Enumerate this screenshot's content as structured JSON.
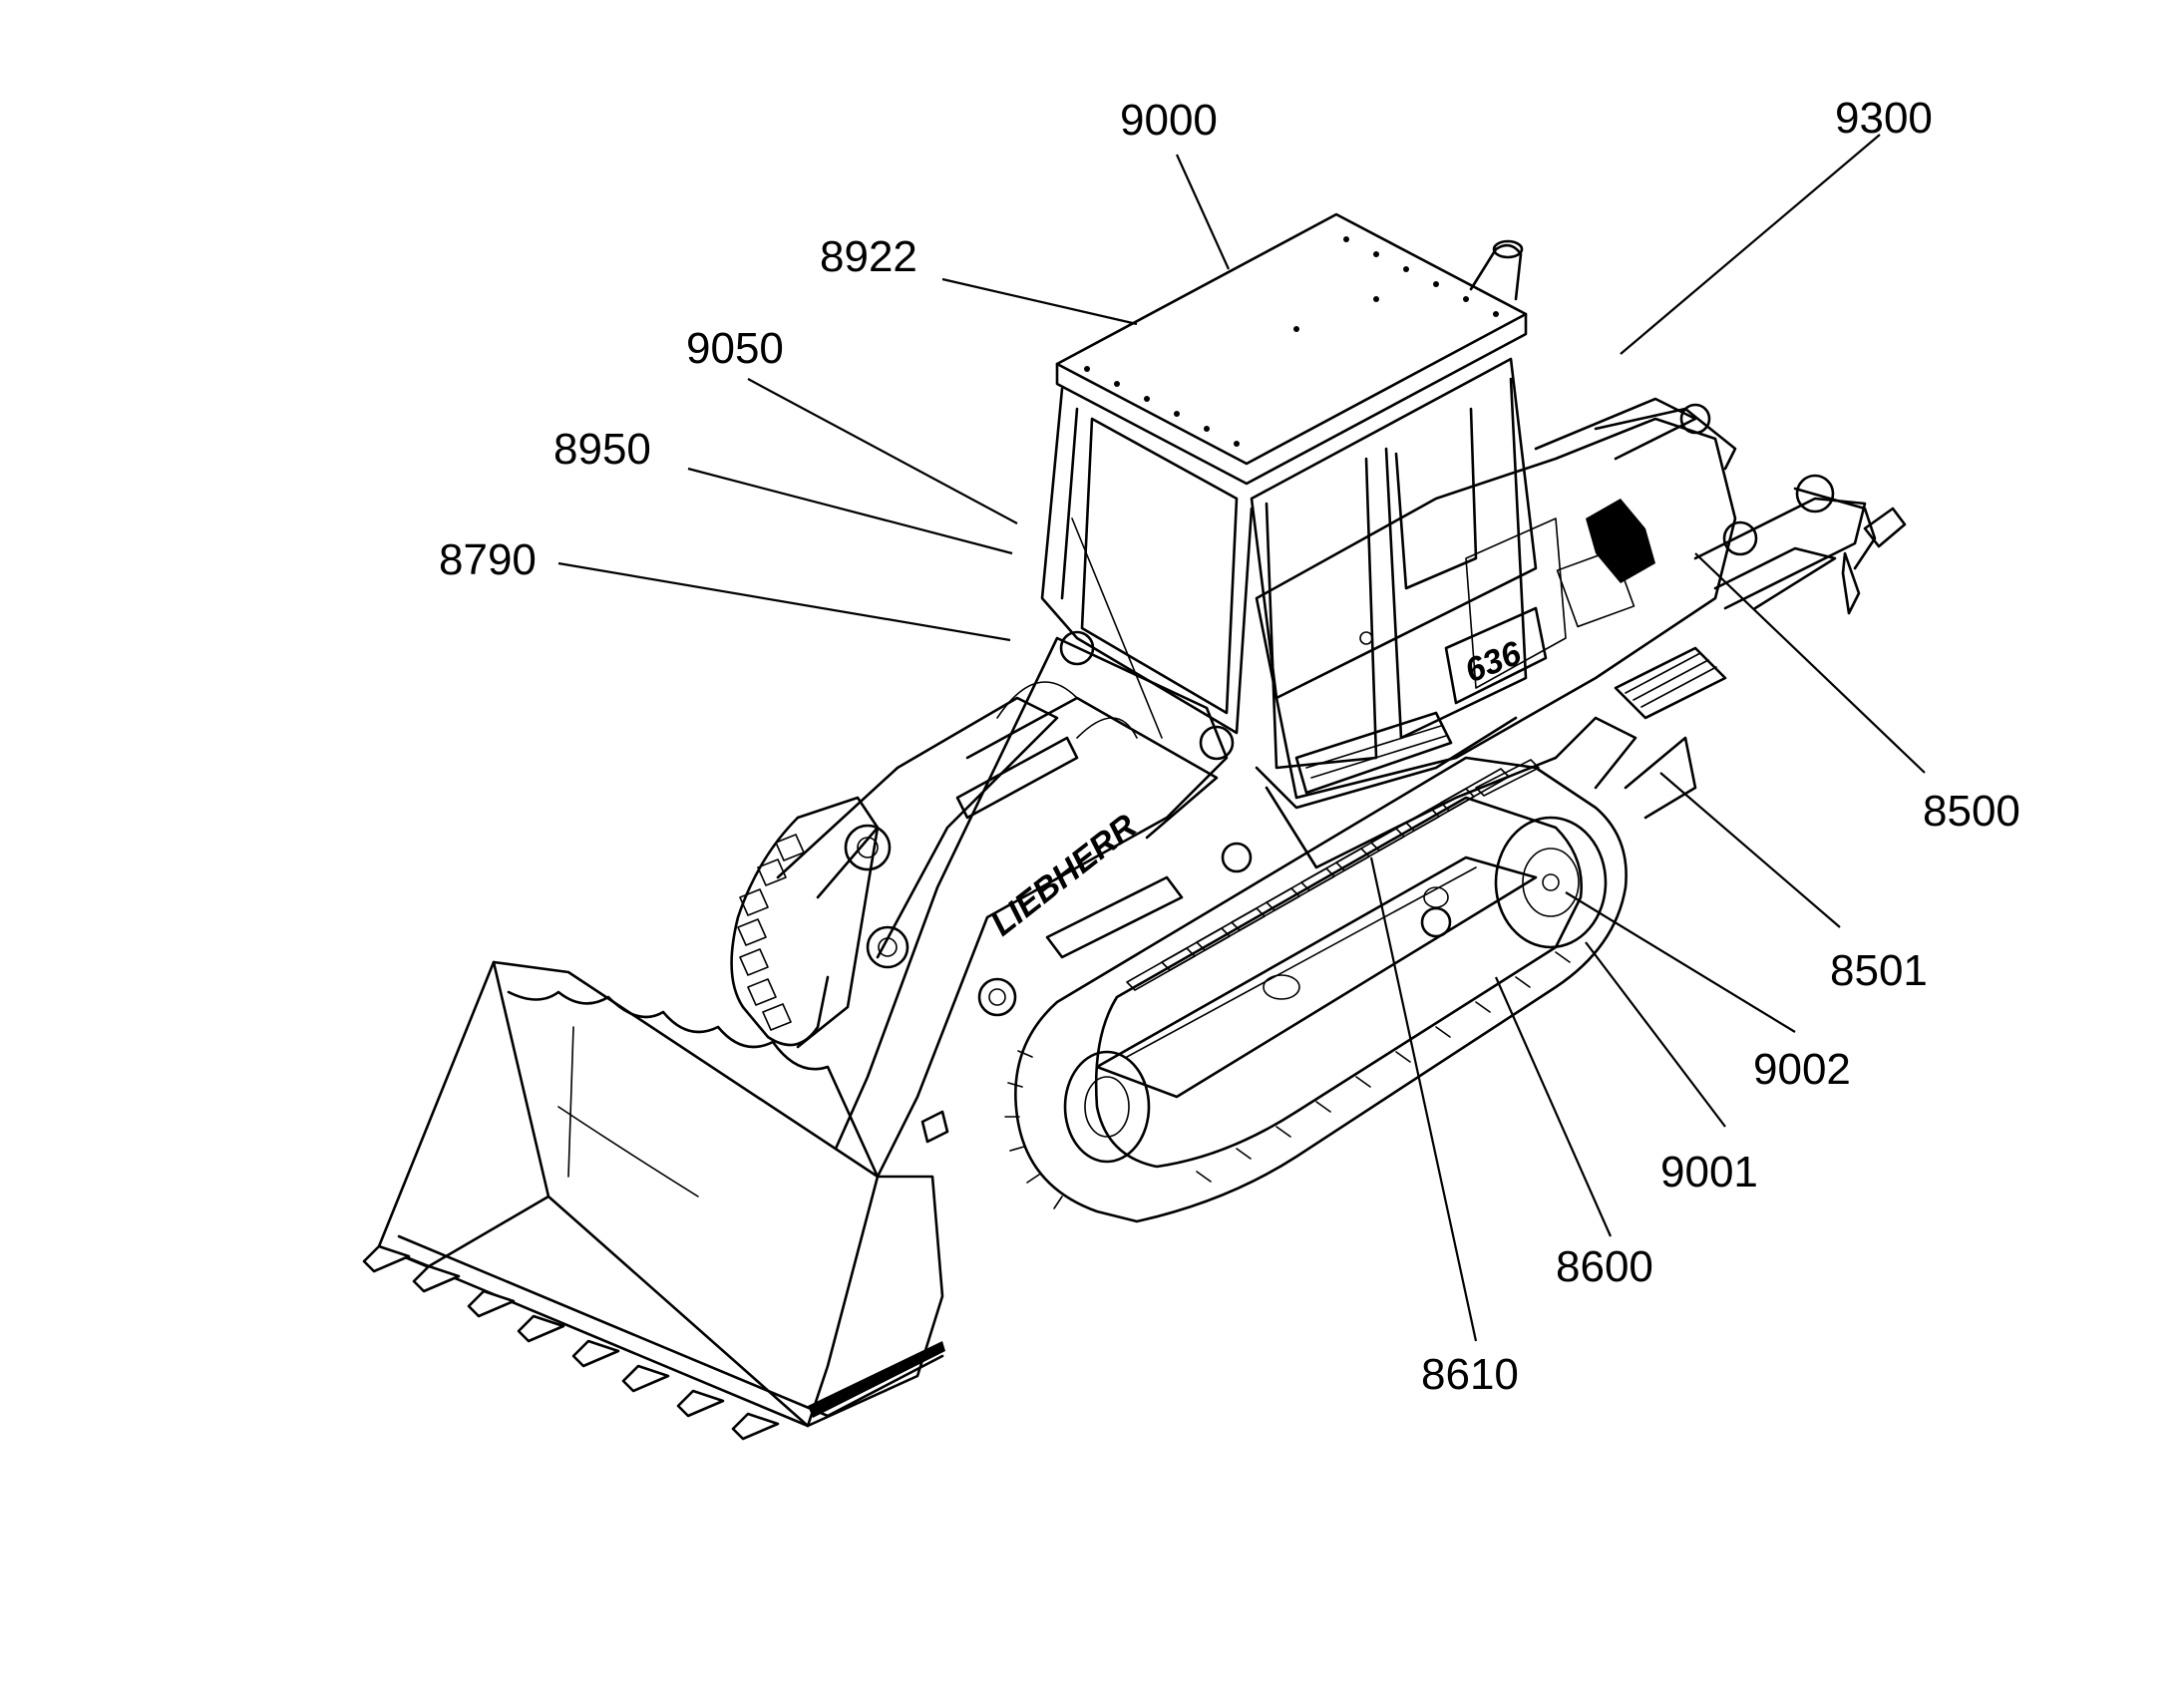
{
  "diagram": {
    "callouts": [
      {
        "id": "9000",
        "label": "9000"
      },
      {
        "id": "9300",
        "label": "9300"
      },
      {
        "id": "8922",
        "label": "8922"
      },
      {
        "id": "9050",
        "label": "9050"
      },
      {
        "id": "8950",
        "label": "8950"
      },
      {
        "id": "8790",
        "label": "8790"
      },
      {
        "id": "8500",
        "label": "8500"
      },
      {
        "id": "8501",
        "label": "8501"
      },
      {
        "id": "9002",
        "label": "9002"
      },
      {
        "id": "9001",
        "label": "9001"
      },
      {
        "id": "8600",
        "label": "8600"
      },
      {
        "id": "8610",
        "label": "8610"
      }
    ],
    "machine": {
      "brand_text": "LIEBHERR",
      "model_text": "636"
    },
    "colors": {
      "ink": "#000000",
      "background": "#ffffff"
    }
  }
}
